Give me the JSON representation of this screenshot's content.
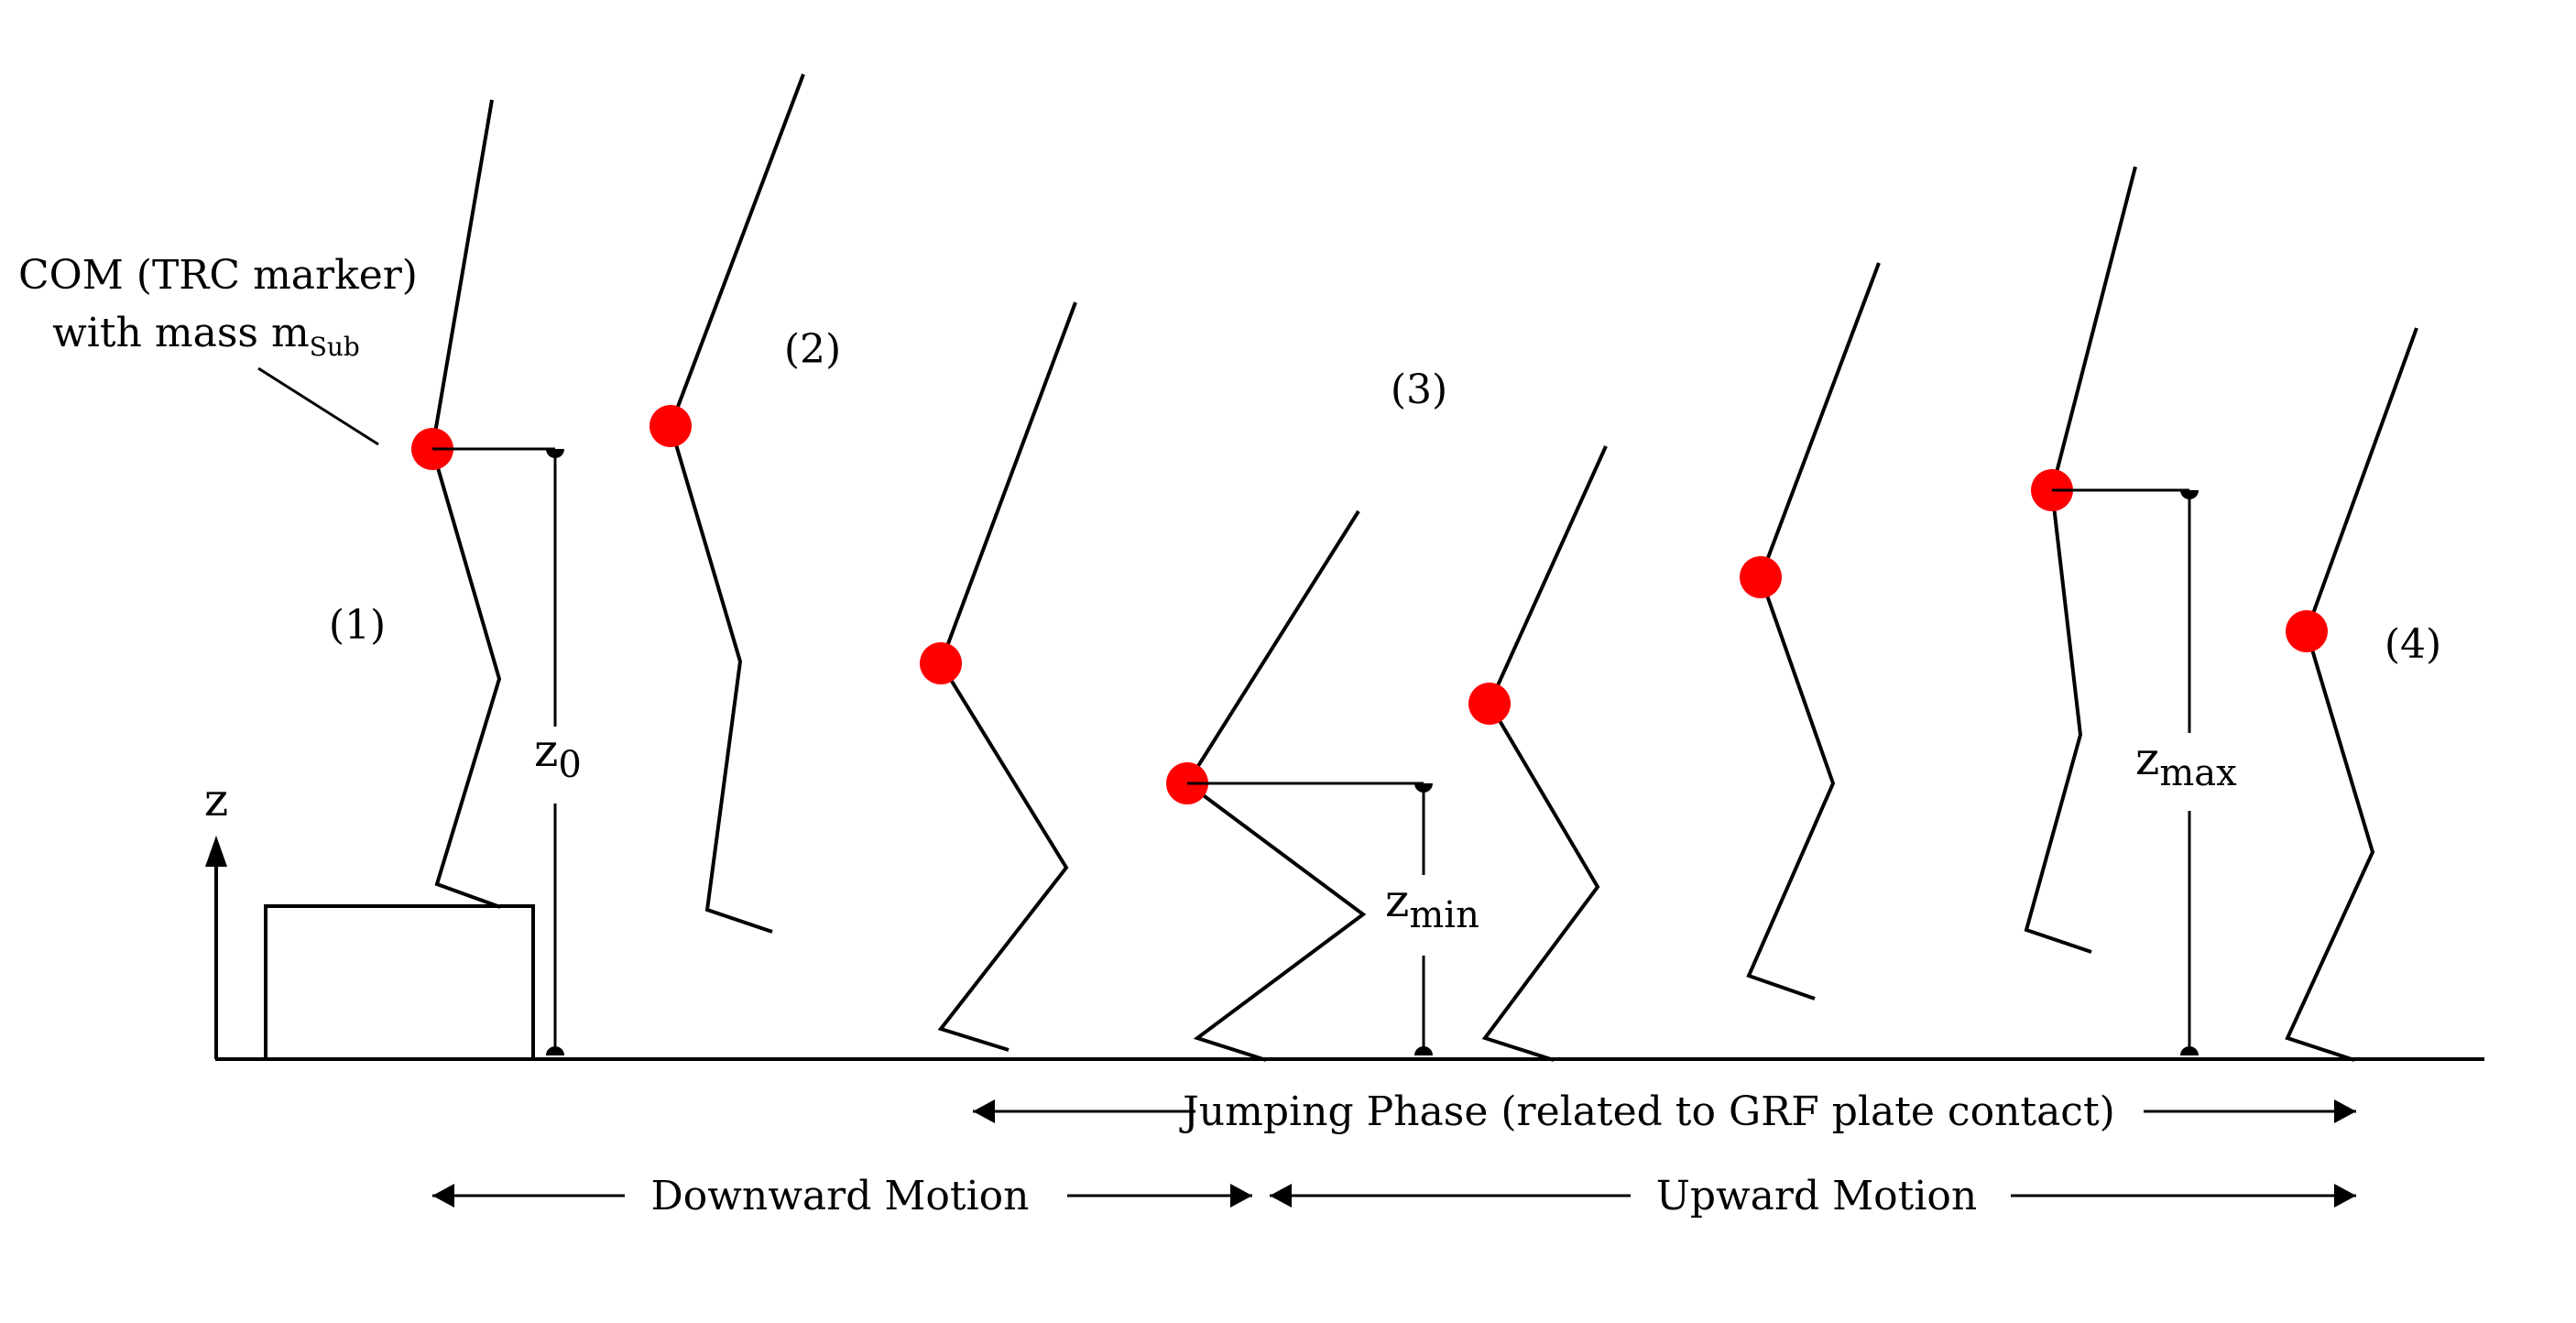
{
  "diagram": {
    "com_label_line1": "COM (TRC marker)",
    "com_label_line2_prefix": "with mass m",
    "com_label_line2_sub": "Sub",
    "phase_labels": [
      "(1)",
      "(2)",
      "(3)",
      "(4)"
    ],
    "axis_label": "z",
    "z0": {
      "base": "z",
      "sub": "0"
    },
    "zmin": {
      "base": "z",
      "sub": "min"
    },
    "zmax": {
      "base": "z",
      "sub": "max"
    },
    "jumping_phase_label": "Jumping Phase (related to GRF plate contact)",
    "downward_label": "Downward Motion",
    "upward_label": "Upward Motion",
    "com_color": "#ff0000"
  }
}
